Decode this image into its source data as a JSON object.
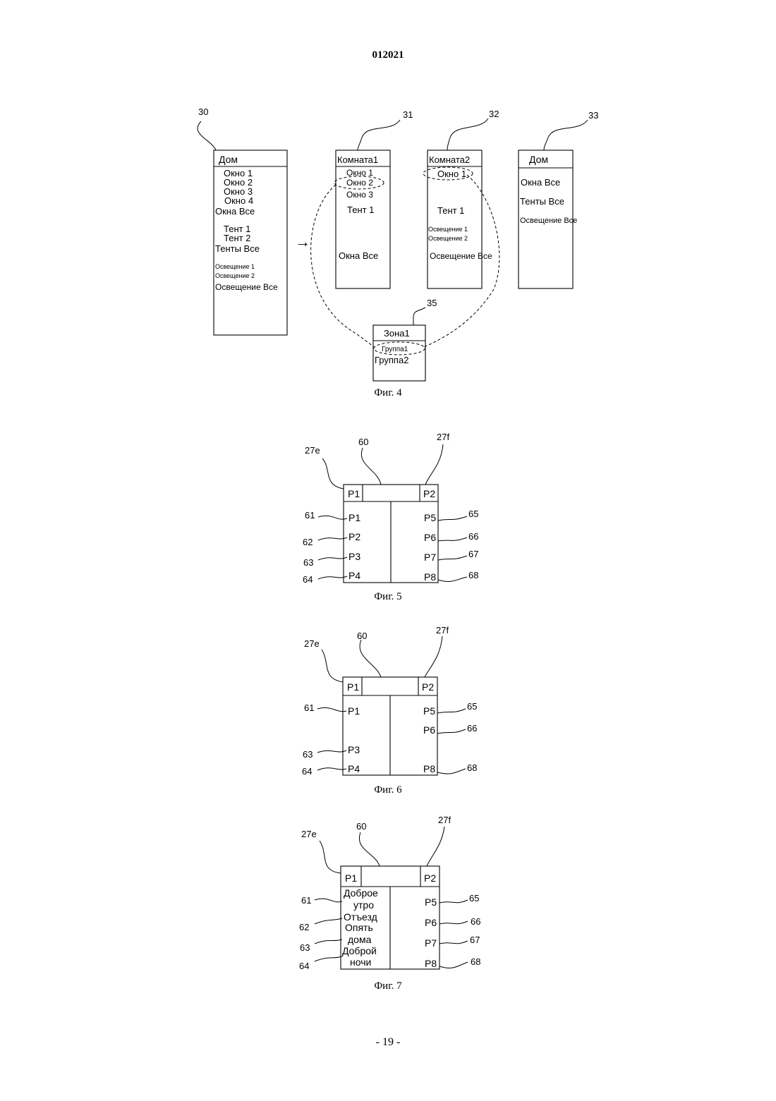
{
  "page": {
    "header": "012021",
    "footer": "- 19 -"
  },
  "fig4": {
    "caption": "Фиг. 4",
    "arrow": "→",
    "house": {
      "ref": "30",
      "title": "Дом",
      "items": [
        "Окно 1",
        "Окно 2",
        "Окно 3",
        "Окно 4",
        "Окна Все",
        "Тент 1",
        "Тент 2",
        "Тенты Все",
        "Освещение 1",
        "Освещение 2",
        "Освещение Все"
      ]
    },
    "room1": {
      "ref": "31",
      "title": "Комната1",
      "items": [
        "Окно 1",
        "Окно 2",
        "Окно 3",
        "Тент 1",
        "Окна Все"
      ]
    },
    "room2": {
      "ref": "32",
      "title": "Комната2",
      "items": [
        "Окно 1",
        "Тент 1",
        "Освещение 1",
        "Освещение 2",
        "Освещение Все"
      ]
    },
    "house2": {
      "ref": "33",
      "title": "Дом",
      "items": [
        "Окна Все",
        "Тенты Все",
        "Освещение Все"
      ]
    },
    "zone": {
      "ref": "35",
      "title": "Зона1",
      "items": [
        "Группа1",
        "Группа2"
      ]
    }
  },
  "fig5": {
    "caption": "Фиг. 5",
    "refs": {
      "left_key": "27e",
      "title": "60",
      "right_key": "27f",
      "l1": "61",
      "l2": "62",
      "l3": "63",
      "l4": "64",
      "r1": "65",
      "r2": "66",
      "r3": "67",
      "r4": "68"
    },
    "top_left": "P1",
    "top_right": "P2",
    "left": [
      "P1",
      "P2",
      "P3",
      "P4"
    ],
    "right": [
      "P5",
      "P6",
      "P7",
      "P8"
    ]
  },
  "fig6": {
    "caption": "Фиг. 6",
    "refs": {
      "left_key": "27e",
      "title": "60",
      "right_key": "27f",
      "l1": "61",
      "l3": "63",
      "l4": "64",
      "r1": "65",
      "r2": "66",
      "r4": "68"
    },
    "top_left": "P1",
    "top_right": "P2",
    "left": [
      "P1",
      "P3",
      "P4"
    ],
    "right": [
      "P5",
      "P6",
      "P8"
    ]
  },
  "fig7": {
    "caption": "Фиг. 7",
    "refs": {
      "left_key": "27e",
      "title": "60",
      "right_key": "27f",
      "l1": "61",
      "l2": "62",
      "l3": "63",
      "l4": "64",
      "r1": "65",
      "r2": "66",
      "r3": "67",
      "r4": "68"
    },
    "top_left": "P1",
    "top_right": "P2",
    "left": [
      "Доброе",
      "утро",
      "Отъезд",
      "Опять",
      "дома",
      "Доброй",
      "ночи"
    ],
    "right": [
      "P5",
      "P6",
      "P7",
      "P8"
    ]
  }
}
